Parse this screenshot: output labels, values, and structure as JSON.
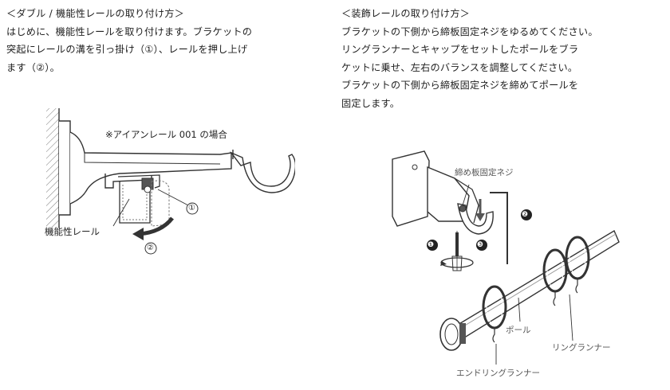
{
  "left": {
    "heading": "＜ダブル / 機能性レールの取り付け方＞",
    "lines": [
      "はじめに、機能性レールを取り付けます。ブラケットの",
      "突起にレールの溝を引っ掛け（①）、レールを押し上げ",
      "ます（②）。"
    ],
    "figure": {
      "note": "※アイアンレール 001 の場合",
      "rail_label": "機能性レール",
      "step1": "①",
      "step2": "②"
    }
  },
  "right": {
    "heading": "＜装飾レールの取り付け方＞",
    "lines": [
      "ブラケットの下側から締板固定ネジをゆるめてください。",
      "リングランナーとキャップをセットしたポールをブラ",
      "ケットに乗せ、左右のバランスを調整してください。",
      "ブラケットの下側から締板固定ネジを締めてポールを",
      "固定します。"
    ],
    "figure": {
      "screw_label": "締め板固定ネジ",
      "pole_label": "ポール",
      "ring_runner_label": "リングランナー",
      "end_ring_runner_label": "エンドリングランナー",
      "step1": "❶",
      "step2": "❷",
      "step3": "❸"
    }
  },
  "colors": {
    "text": "#222222",
    "line_art": "#333333",
    "hatch": "#777777",
    "label_grey": "#555555"
  }
}
